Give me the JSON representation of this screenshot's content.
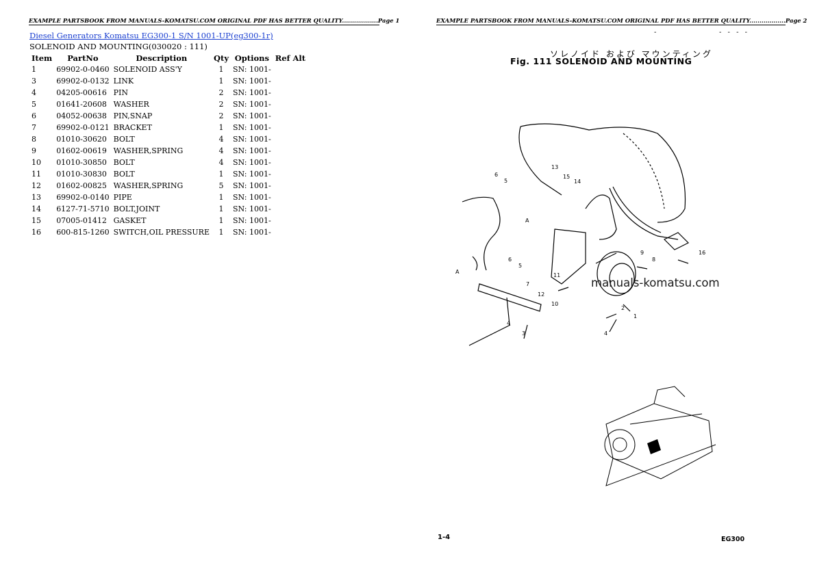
{
  "page1": {
    "header": "EXAMPLE PARTSBOOK FROM MANUALS-KOMATSU.COM ORIGINAL PDF HAS BETTER QUALITY..................Page 1",
    "breadcrumb_link": "Diesel Generators Komatsu EG300-1 S/N 1001-UP(eg300-1r)",
    "subtitle": "SOLENOID AND MOUNTING(030020 : 111)",
    "columns": [
      "Item",
      "PartNo",
      "Description",
      "Qty",
      "Options",
      "Ref Alt"
    ],
    "rows": [
      {
        "item": "1",
        "part": "69902-0-0460",
        "desc": "SOLENOID ASS'Y",
        "qty": "1",
        "opt": "SN: 1001-"
      },
      {
        "item": "3",
        "part": "69902-0-0132",
        "desc": "LINK",
        "qty": "1",
        "opt": "SN: 1001-"
      },
      {
        "item": "4",
        "part": "04205-00616",
        "desc": "PIN",
        "qty": "2",
        "opt": "SN: 1001-"
      },
      {
        "item": "5",
        "part": "01641-20608",
        "desc": "WASHER",
        "qty": "2",
        "opt": "SN: 1001-"
      },
      {
        "item": "6",
        "part": "04052-00638",
        "desc": "PIN,SNAP",
        "qty": "2",
        "opt": "SN: 1001-"
      },
      {
        "item": "7",
        "part": "69902-0-0121",
        "desc": "BRACKET",
        "qty": "1",
        "opt": "SN: 1001-"
      },
      {
        "item": "8",
        "part": "01010-30620",
        "desc": "BOLT",
        "qty": "4",
        "opt": "SN: 1001-"
      },
      {
        "item": "9",
        "part": "01602-00619",
        "desc": "WASHER,SPRING",
        "qty": "4",
        "opt": "SN: 1001-"
      },
      {
        "item": "10",
        "part": "01010-30850",
        "desc": "BOLT",
        "qty": "4",
        "opt": "SN: 1001-"
      },
      {
        "item": "11",
        "part": "01010-30830",
        "desc": "BOLT",
        "qty": "1",
        "opt": "SN: 1001-"
      },
      {
        "item": "12",
        "part": "01602-00825",
        "desc": "WASHER,SPRING",
        "qty": "5",
        "opt": "SN: 1001-"
      },
      {
        "item": "13",
        "part": "69902-0-0140",
        "desc": "PIPE",
        "qty": "1",
        "opt": "SN: 1001-"
      },
      {
        "item": "14",
        "part": "6127-71-5710",
        "desc": "BOLT,JOINT",
        "qty": "1",
        "opt": "SN: 1001-"
      },
      {
        "item": "15",
        "part": "07005-01412",
        "desc": "GASKET",
        "qty": "1",
        "opt": "SN: 1001-"
      },
      {
        "item": "16",
        "part": "600-815-1260",
        "desc": "SWITCH,OIL PRESSURE",
        "qty": "1",
        "opt": "SN: 1001-"
      }
    ]
  },
  "page2": {
    "header": "EXAMPLE PARTSBOOK FROM MANUALS-KOMATSU.COM ORIGINAL PDF HAS BETTER QUALITY..................Page 2",
    "fig_jp": "ソレノイド および マウンティング",
    "fig_title": "Fig. 111  SOLENOID AND MOUNTING",
    "top_dash": "- - - -",
    "top_dot": "-",
    "watermark": "manuals-komatsu.com",
    "page_left": "1-4",
    "page_right": "EG300",
    "callouts": [
      "13",
      "15",
      "14",
      "6",
      "5",
      "A",
      "16",
      "9",
      "8",
      "6",
      "5",
      "7",
      "11",
      "12",
      "10",
      "A",
      "1",
      "2",
      "4",
      "4",
      "3"
    ]
  }
}
